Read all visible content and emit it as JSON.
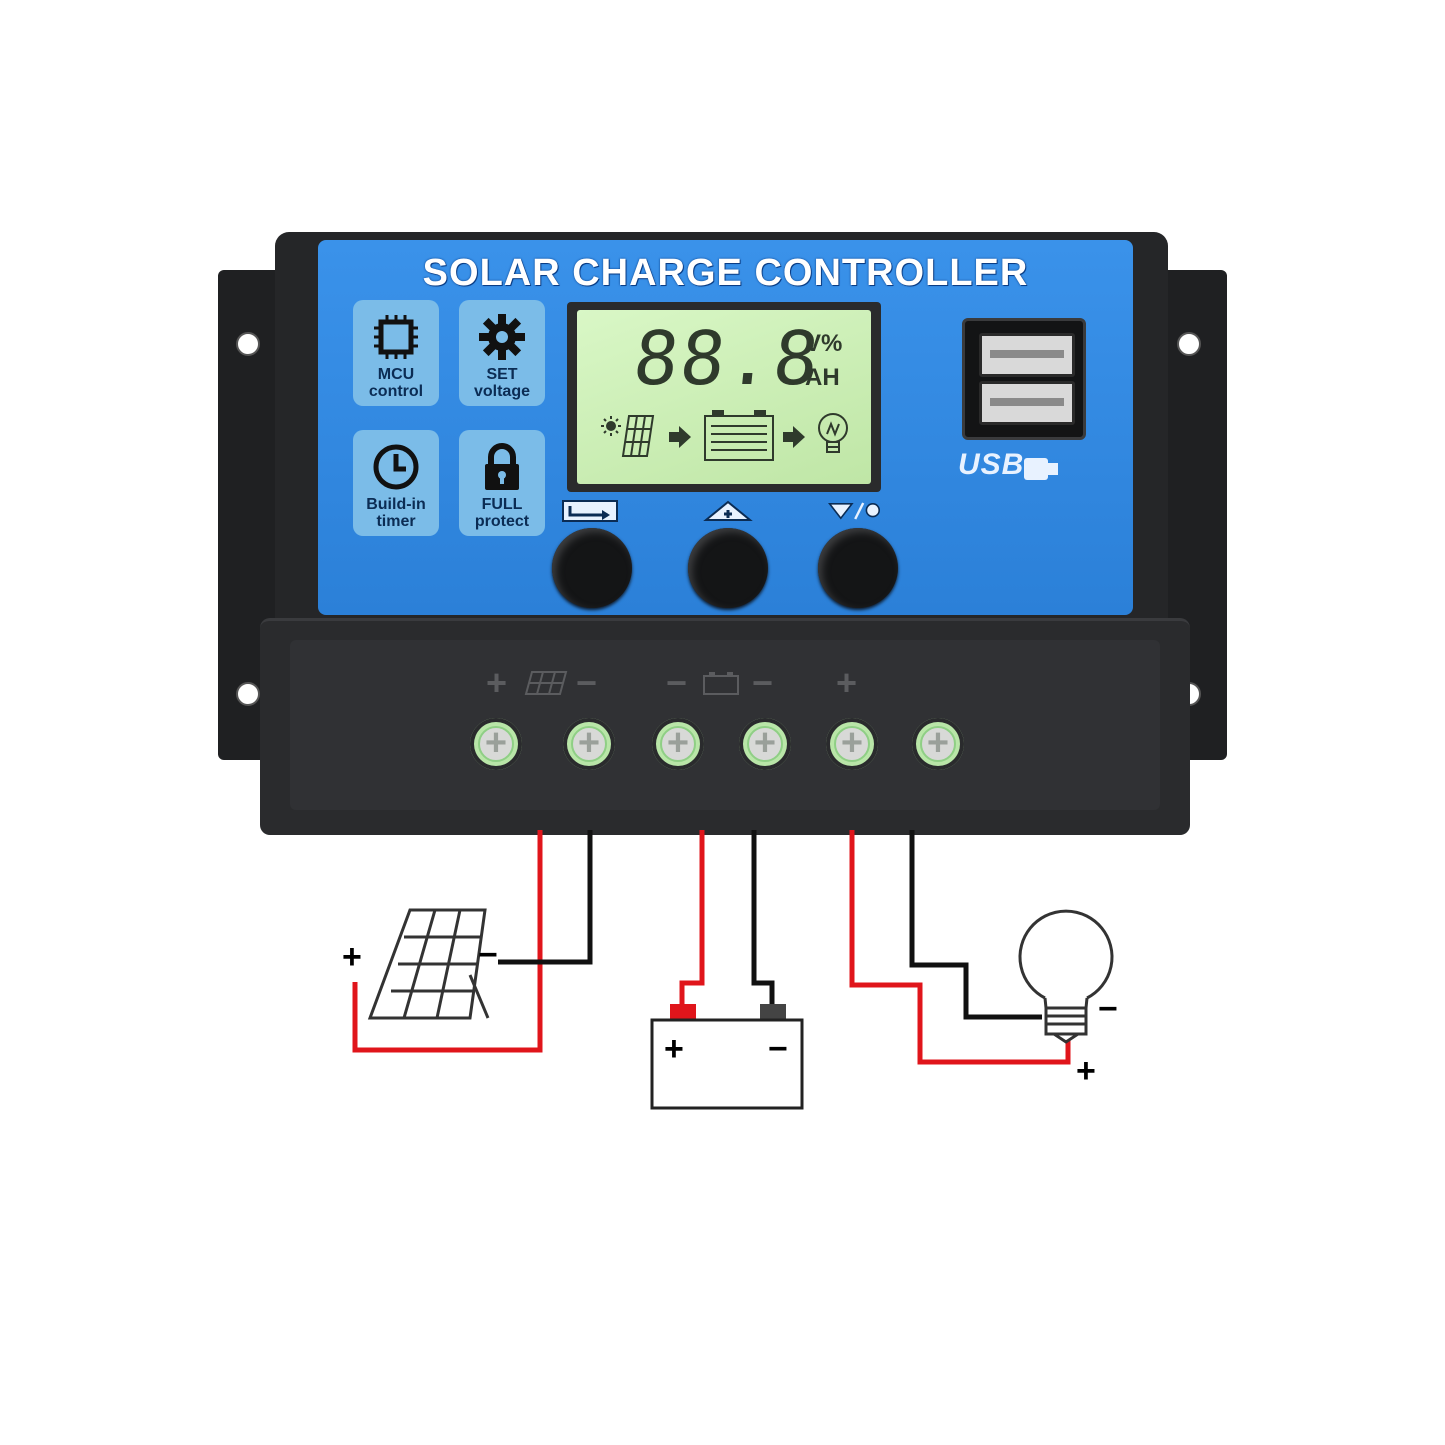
{
  "device": {
    "title": "SOLAR CHARGE CONTROLLER",
    "features": [
      {
        "line1": "MCU",
        "line2": "control",
        "icon": "chip-icon"
      },
      {
        "line1": "SET",
        "line2": "voltage",
        "icon": "gear-icon"
      },
      {
        "line1": "Build-in",
        "line2": "timer",
        "icon": "clock-icon"
      },
      {
        "line1": "FULL",
        "line2": "protect",
        "icon": "lock-icon"
      }
    ],
    "lcd": {
      "digits": "88.8",
      "unit_top": "V%",
      "unit_bottom": "AH",
      "flow_icons": [
        "sun-icon",
        "solar-panel-icon",
        "arrow-right-icon",
        "battery-icon",
        "arrow-right-icon",
        "bulb-icon"
      ]
    },
    "usb": {
      "label": "USB",
      "ports": 2
    },
    "buttons": [
      {
        "icon": "menu-icon"
      },
      {
        "icon": "up-icon"
      },
      {
        "icon": "down-light-icon"
      }
    ],
    "terminals": {
      "signs": [
        "+",
        "−",
        "−",
        "−",
        "+"
      ],
      "groups": [
        "solar-panel-icon",
        "battery-icon"
      ],
      "count": 6
    }
  },
  "wiring": {
    "colors": {
      "positive": "#e0151b",
      "negative": "#111111"
    },
    "solar": {
      "plus": "+",
      "minus": "−"
    },
    "battery": {
      "plus": "+",
      "minus": "−"
    },
    "load": {
      "plus": "+",
      "minus": "−"
    }
  },
  "colors": {
    "panel_blue": "#2f87e0",
    "case_black": "#252628",
    "lcd_green": "#c9eeb0",
    "feature_box": "#7bbce8"
  }
}
